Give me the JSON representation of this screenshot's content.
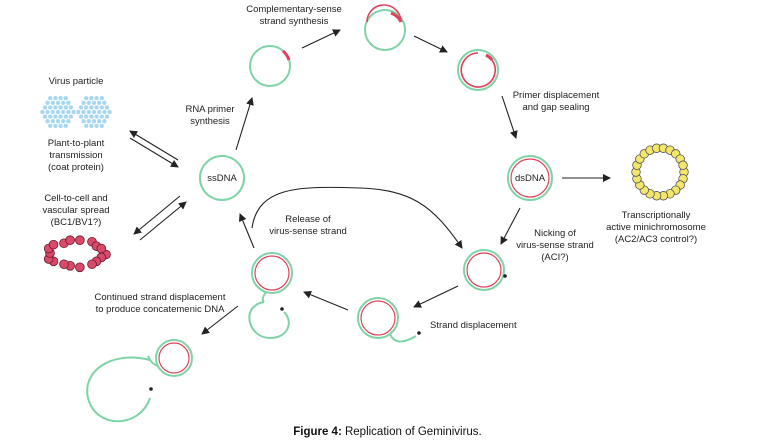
{
  "diagram": {
    "colors": {
      "viral_strand": "#7fd3a6",
      "complementary_strand": "#e0405a",
      "minichromosome_bead": "#f3e66a",
      "spread_bead": "#d94a6a",
      "virus_particle": "#a8d8f0",
      "arrow": "#222222"
    },
    "labels": {
      "virus_particle": "Virus particle",
      "plant_transmission_1": "Plant-to-plant",
      "plant_transmission_2": "transmission",
      "plant_transmission_3": "(coat protein)",
      "cell_spread_1": "Cell-to-cell and",
      "cell_spread_2": "vascular spread",
      "cell_spread_3": "(BC1/BV1?)",
      "ssdna": "ssDNA",
      "dsdna": "dsDNA",
      "rna_primer_1": "RNA primer",
      "rna_primer_2": "synthesis",
      "complementary_1": "Complementary-sense",
      "complementary_2": "strand synthesis",
      "primer_displacement_1": "Primer displacement",
      "primer_displacement_2": "and gap sealing",
      "release_1": "Release of",
      "release_2": "virus-sense strand",
      "nicking_1": "Nicking of",
      "nicking_2": "virus-sense strand",
      "nicking_3": "(ACI?)",
      "minichromosome_1": "Transcriptionally",
      "minichromosome_2": "active minichromosome",
      "minichromosome_3": "(AC2/AC3 control?)",
      "strand_displacement": "Strand displacement",
      "continued_1": "Continued strand displacement",
      "continued_2": "to produce concatemenic DNA"
    }
  },
  "caption": {
    "prefix": "Figure 4:",
    "text": " Replication of Geminivirus."
  }
}
